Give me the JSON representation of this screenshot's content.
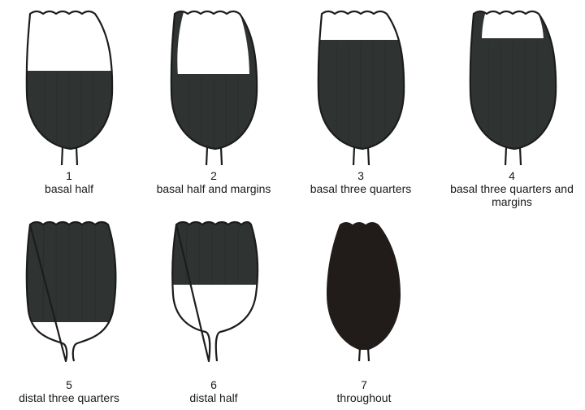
{
  "items": [
    {
      "number": "1",
      "label": "basal half"
    },
    {
      "number": "2",
      "label": "basal half and margins"
    },
    {
      "number": "3",
      "label": "basal three quarters"
    },
    {
      "number": "4",
      "label": "basal three quarters and margins"
    },
    {
      "number": "5",
      "label": "distal three quarters"
    },
    {
      "number": "6",
      "label": "distal half"
    },
    {
      "number": "7",
      "label": "throughout"
    }
  ],
  "colors": {
    "ink": "#2f3433",
    "ink_dark": "#211c1a",
    "outline": "#1c1c1c"
  }
}
